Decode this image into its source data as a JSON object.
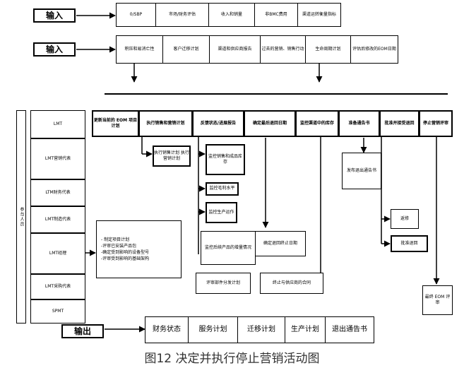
{
  "input1": {
    "label": "输入",
    "items": [
      "0/SBP",
      "市场/财务评估",
      "收入和销量",
      "非BMC费用",
      "渠道运转衡量指标"
    ]
  },
  "input2": {
    "label": "输入",
    "items": [
      "积压和易消亡性",
      "客户迁移计划",
      "渠道和供应商报告",
      "过去的营销、销售行动",
      "生命周期计划",
      "评估后修改的EOM日期"
    ]
  },
  "roles": {
    "side_label": "参与人员",
    "items": [
      "LMT",
      "LMT营销代表",
      "LTM财务代表",
      "LMT制造代表",
      "LMT经理",
      "LMT采购代表",
      "SPMT"
    ]
  },
  "phases": [
    "更新当前的 EOM 项目计划",
    "执行销售和营销计划",
    "反馈状态/进展报告",
    "确定最后退回日期",
    "监控渠道中的库存",
    "准备通告书",
    "批准并接受退回",
    "停止营销评审"
  ],
  "tasks": {
    "sales_plan": "执行销售计划 执行营销计划",
    "monitor_sales": "监控销售和成品库存",
    "monitor_margin": "监控毛利水平",
    "monitor_production": "监控生产运作",
    "monitor_after": "监控后续产品的增量情况",
    "confirm_return_date": "确定退回终止日期",
    "review_parts": "评审部件分发计划",
    "terminate_contract": "终止与供应商的合同",
    "publish_notice": "发布退出通告书",
    "return_repair": "返修",
    "approve_return": "批准退回",
    "final_review": "最终 EOM 评审"
  },
  "manager_actions": [
    "制定项目计划",
    "评审已安装产品包",
    "确定受到影响的设备型号",
    "评审受到影响的基础架构"
  ],
  "output": {
    "label": "输出",
    "items": [
      "财务状态",
      "服务计划",
      "迁移计划",
      "生产计划",
      "退出通告书"
    ]
  },
  "caption": "图12 决定并执行停止营销活动图"
}
